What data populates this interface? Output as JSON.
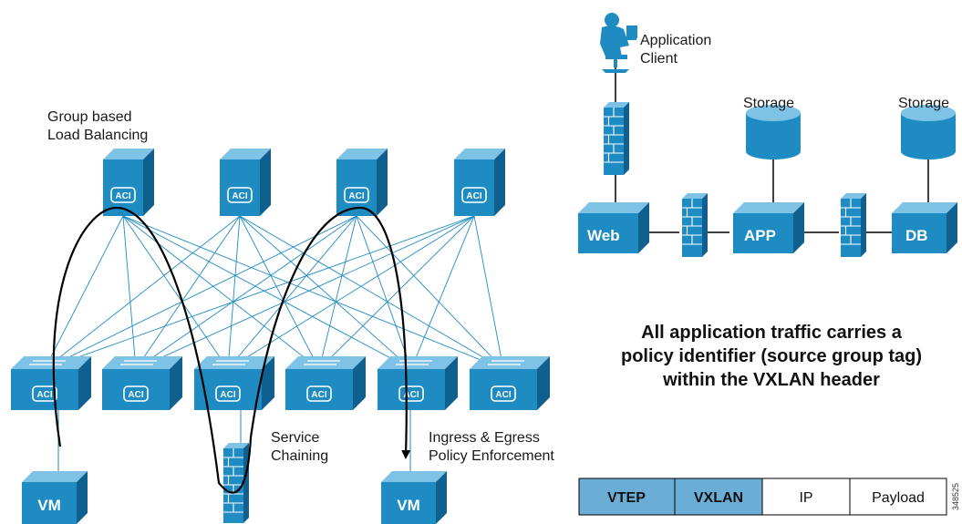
{
  "fabric": {
    "spine_tag": "ACI",
    "leaf_tag": "ACI",
    "vm_left": "VM",
    "vm_right": "VM",
    "label_load_balancing": [
      "Group based",
      "Load Balancing"
    ],
    "label_service_chaining": [
      "Service",
      "Chaining"
    ],
    "label_policy": [
      "Ingress & Egress",
      "Policy Enforcement"
    ]
  },
  "app": {
    "client_label": [
      "Application",
      "Client"
    ],
    "tiers": [
      "Web",
      "APP",
      "DB"
    ],
    "storage_labels": [
      "Storage",
      "Storage"
    ]
  },
  "caption": [
    "All application traffic carries a",
    "policy identifier (source group tag)",
    "within the VXLAN header"
  ],
  "header": {
    "cells": [
      "VTEP",
      "VXLAN",
      "IP",
      "Payload"
    ]
  },
  "figure_id": "348525",
  "colors": {
    "device": "#1e8bc3",
    "device_top": "#7ec2e6",
    "device_side": "#0f5f8f",
    "link": "#1e8bc3",
    "header_fill": "#6aaed6"
  }
}
